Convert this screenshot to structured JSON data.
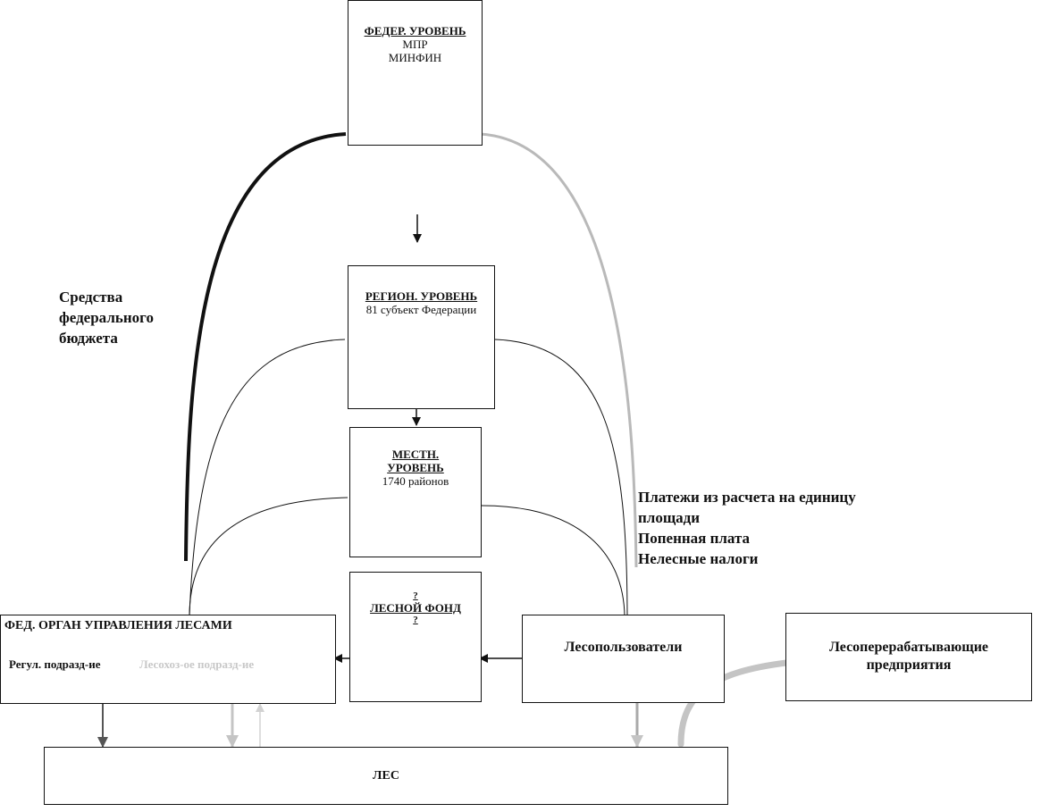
{
  "federal": {
    "title": "ФЕДЕР. УРОВЕНЬ",
    "line1": "МПР",
    "line2": "МИНФИН"
  },
  "regional": {
    "title": "РЕГИОН. УРОВЕНЬ",
    "line1": "81 субъект Федерации"
  },
  "local": {
    "title_line1": "МЕСТН.",
    "title_line2": "УРОВЕНЬ",
    "line1": "1740 районов"
  },
  "forest_fund": {
    "mark_top": "?",
    "title": "ЛЕСНОЙ ФОНД",
    "mark_bottom": "?"
  },
  "fed_agency": {
    "title": "ФЕД. ОРГАН УПРАВЛЕНИЯ ЛЕСАМИ",
    "sub_regul": "Регул. подразд-ие",
    "sub_leshoz": "Лесохоз-ое подразд-ие"
  },
  "users": {
    "label": "Лесопользователи"
  },
  "processors": {
    "line1": "Лесоперерабатывающие",
    "line2": "предприятия"
  },
  "forest": {
    "label": "ЛЕС"
  },
  "labels": {
    "federal_budget": [
      "Средства",
      "федерального",
      "бюджета"
    ],
    "payments": [
      "Платежи из расчета на единицу",
      "площади",
      "Попенная плата",
      "Нелесные налоги"
    ]
  },
  "colors": {
    "dark_line": "#111111",
    "grey_line": "#b9b9b9",
    "mid_arrow": "#555555",
    "light_text": "#c8c8c8"
  }
}
